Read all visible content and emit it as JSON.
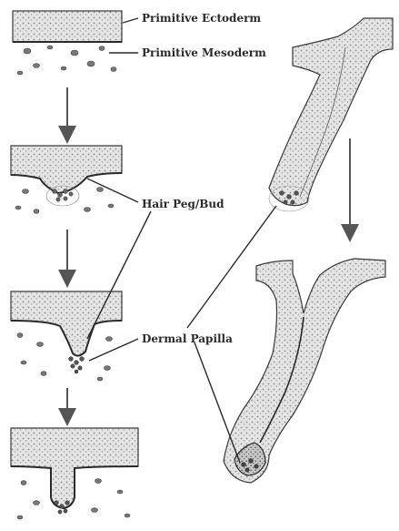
{
  "labels": {
    "primitive_ectoderm": "Primitive Ectoderm",
    "primitive_mesoderm": "Primitive Mesoderm",
    "hair_peg_bud": "Hair Peg/Bud",
    "dermal_papilla": "Dermal Papilla"
  },
  "colors": {
    "ink": "#2a2a2a",
    "tissue_fill": "#d9d9d9",
    "background": "#ffffff"
  }
}
